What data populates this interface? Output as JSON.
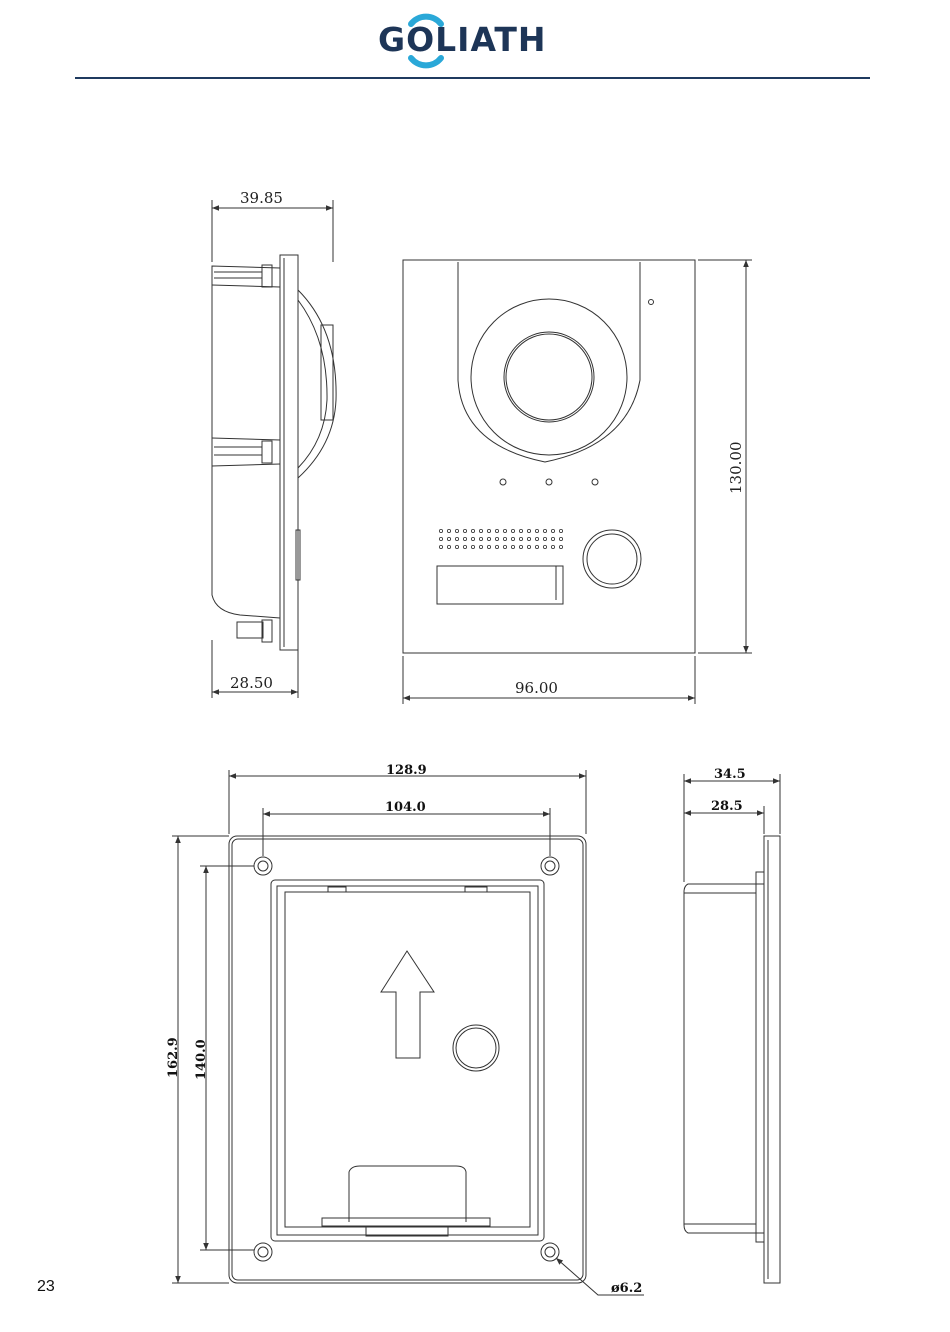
{
  "header": {
    "logo_text": "GOLIATH"
  },
  "dimensions": {
    "side_view": {
      "depth": "39.85",
      "base_depth": "28.50"
    },
    "front_view": {
      "height": "130.00",
      "width": "96.00"
    },
    "box_front": {
      "outer_width": "128.9",
      "hole_spacing_x": "104.0",
      "outer_height": "162.9",
      "hole_spacing_y": "140.0",
      "hole_diameter": "ø6.2"
    },
    "box_side": {
      "depth": "34.5",
      "inner_depth": "28.5"
    }
  },
  "footer": {
    "page_number": "23"
  },
  "colors": {
    "brand_navy": "#1d3557",
    "brand_cyan": "#2aa8d8",
    "line": "#333333"
  }
}
